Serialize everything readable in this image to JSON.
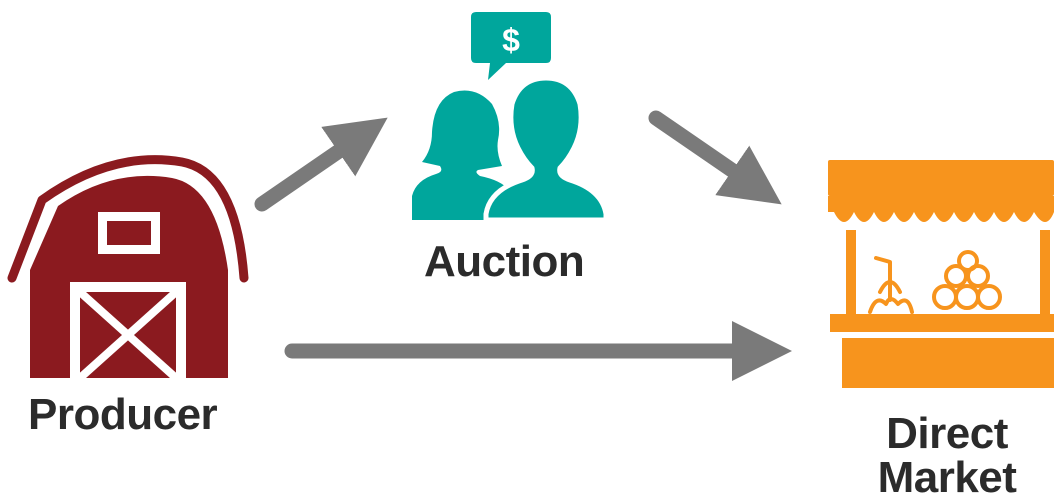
{
  "nodes": {
    "producer": {
      "label": "Producer",
      "icon": "barn-icon",
      "color": "#8b1a1f"
    },
    "auction": {
      "label": "Auction",
      "icon": "people-with-dollar-speech-bubble-icon",
      "color": "#00a69c",
      "bubble_text": "$"
    },
    "direct_market": {
      "label_line1": "Direct",
      "label_line2": "Market",
      "icon": "market-stall-icon",
      "color": "#f7941d"
    }
  },
  "arrows": {
    "color": "#7a7a7a"
  }
}
